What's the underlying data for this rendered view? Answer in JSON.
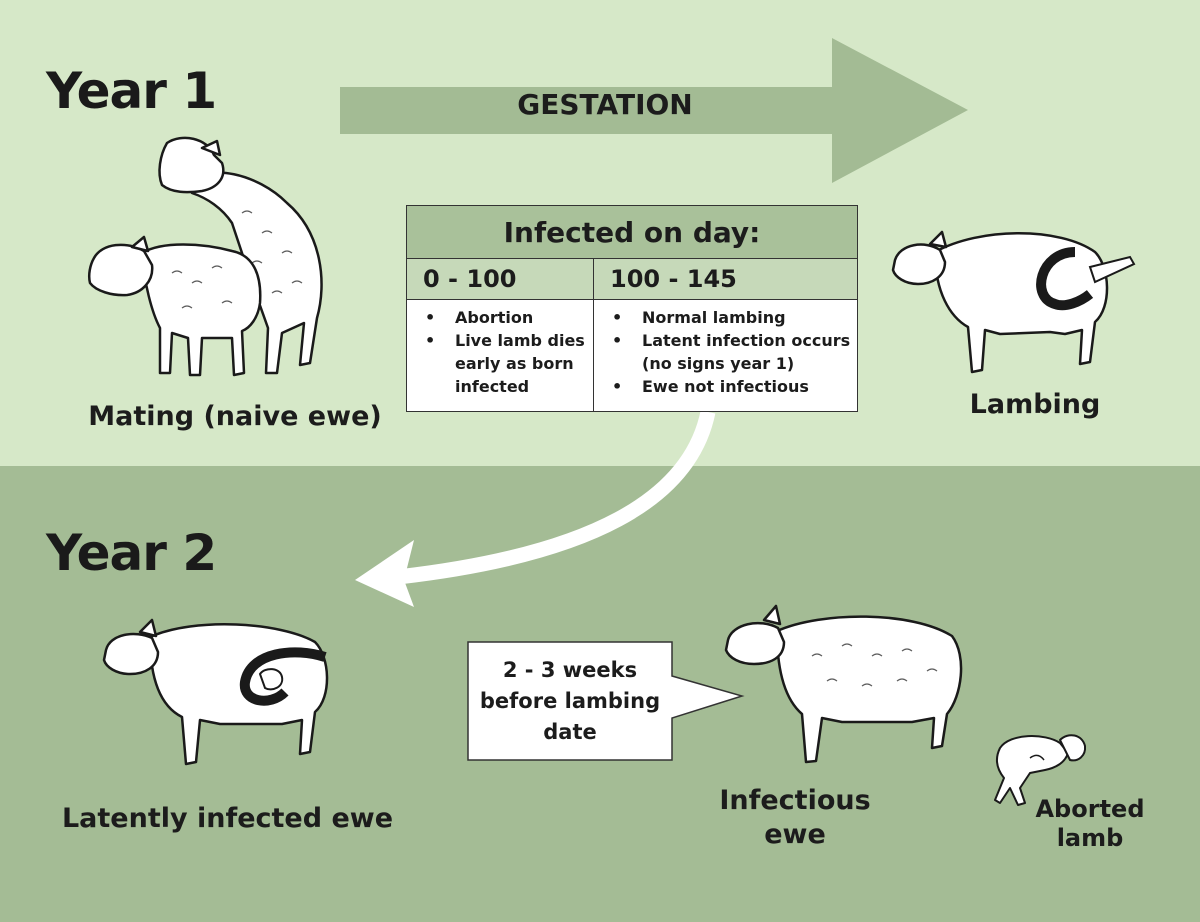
{
  "year1": {
    "label": "Year 1"
  },
  "year2": {
    "label": "Year 2"
  },
  "gestation": {
    "label": "GESTATION"
  },
  "infection_table": {
    "header": "Infected on day:",
    "columns": [
      {
        "range": "0 - 100",
        "bullets": [
          "Abortion",
          "Live lamb dies early as born infected"
        ]
      },
      {
        "range": "100 - 145",
        "bullets": [
          "Normal lambing",
          "Latent infection occurs (no signs year 1)",
          "Ewe not infectious"
        ]
      }
    ]
  },
  "captions": {
    "mating": "Mating (naive ewe)",
    "lambing": "Lambing",
    "latent": "Latently infected ewe",
    "infectious_line1": "Infectious",
    "infectious_line2": "ewe",
    "aborted_line1": "Aborted",
    "aborted_line2": "lamb"
  },
  "callout": {
    "text": "2 - 3 weeks before lambing date"
  },
  "colors": {
    "band_top": "#d6e8c8",
    "band_bottom": "#a4bc95",
    "arrow": "#a3bb94",
    "table_header": "#a9c19a"
  },
  "icons": [
    "mating-sheep-illustration",
    "lambing-ewe-illustration",
    "latent-ewe-illustration",
    "infectious-ewe-illustration",
    "aborted-lamb-illustration"
  ]
}
